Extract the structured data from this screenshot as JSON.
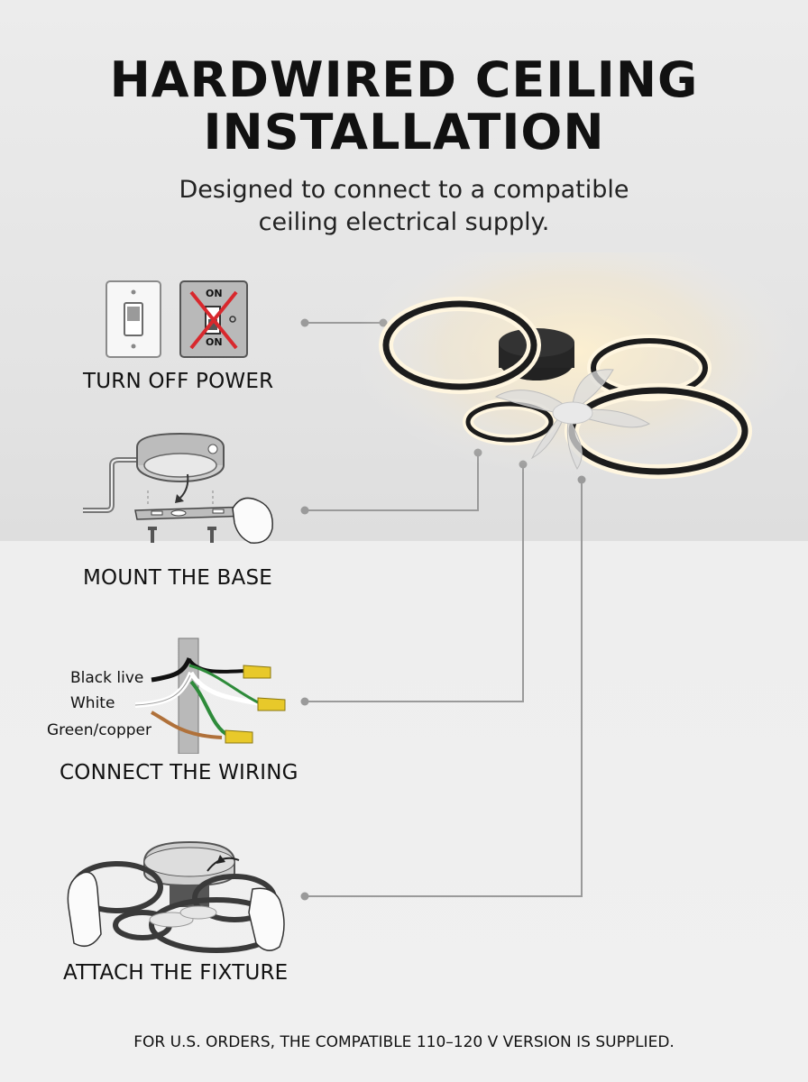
{
  "header": {
    "title_line1": "HARDWIRED CEILING",
    "title_line2": "INSTALLATION",
    "subtitle_line1": "Designed to connect to a compatible",
    "subtitle_line2": "ceiling electrical supply."
  },
  "steps": [
    {
      "label": "TURN OFF POWER"
    },
    {
      "label": "MOUNT THE BASE"
    },
    {
      "label": "CONNECT THE WIRING"
    },
    {
      "label": "ATTACH THE FIXTURE"
    }
  ],
  "switch_icon": {
    "on_top": "ON",
    "on_bottom": "ON"
  },
  "wires": {
    "black": "Black live",
    "white": "White",
    "green": "Green/copper"
  },
  "footer": "FOR U.S. ORDERS, THE COMPATIBLE 110–120 V VERSION IS SUPPLIED.",
  "colors": {
    "ring_glow": "#fff3d6",
    "ring_frame": "#1c1c1c",
    "forbid_red": "#d8282d",
    "wire_green": "#2e8b3a",
    "wire_copper": "#b0713a",
    "connector_yellow": "#e8c92a"
  }
}
